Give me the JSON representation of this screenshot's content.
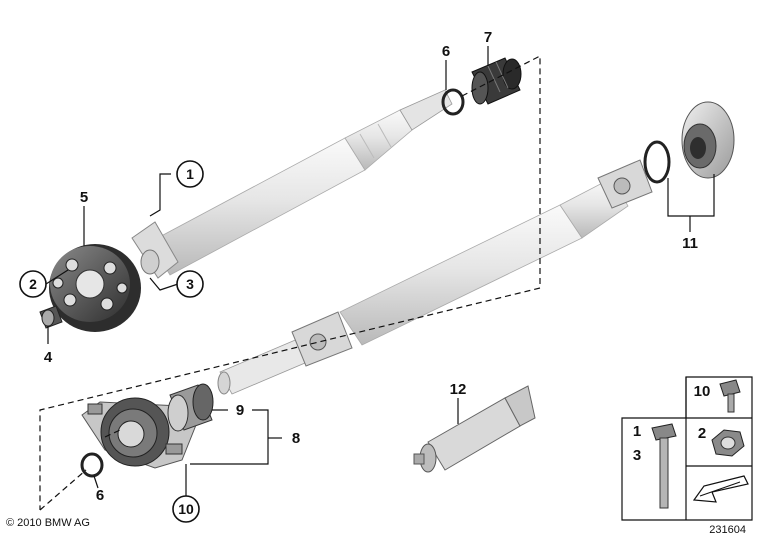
{
  "diagram": {
    "callouts": {
      "p1": "1",
      "p2": "2",
      "p3": "3",
      "p4": "4",
      "p5": "5",
      "p6_top": "6",
      "p6_bottom": "6",
      "p7": "7",
      "p8": "8",
      "p9": "9",
      "p10": "10",
      "p11": "11",
      "p12": "12"
    },
    "legend": {
      "l10": "10",
      "l1": "1",
      "l3": "3",
      "l2": "2"
    }
  },
  "footer": {
    "copyright": "© 2010 BMW AG",
    "code": "231604"
  }
}
